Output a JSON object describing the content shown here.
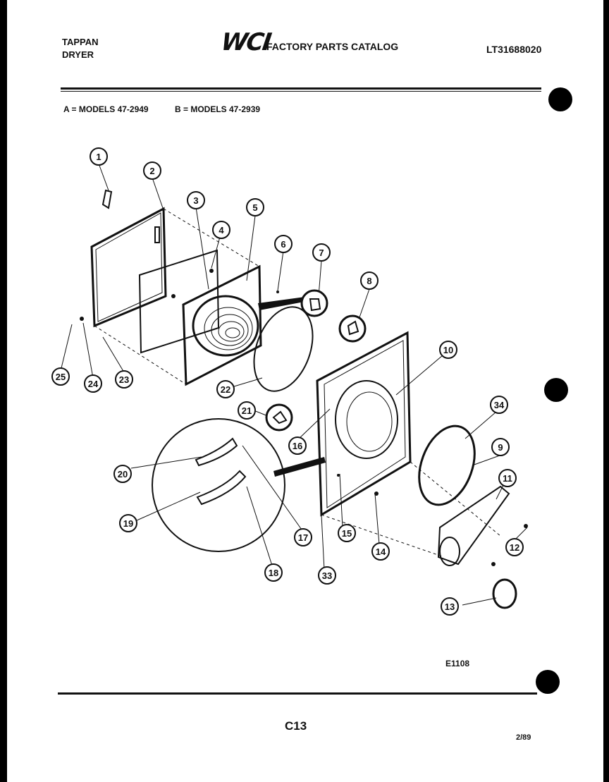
{
  "header": {
    "brand_line1": "TAPPAN",
    "brand_line2": "DRYER",
    "logo_text": "WCI",
    "catalog_title": "FACTORY PARTS CATALOG",
    "catalog_number": "LT31688020"
  },
  "models": {
    "a": "A = MODELS 47-2949",
    "b": "B = MODELS  47-2939"
  },
  "diagram": {
    "callouts": [
      "1",
      "2",
      "3",
      "4",
      "5",
      "6",
      "7",
      "8",
      "9",
      "10",
      "11",
      "12",
      "13",
      "14",
      "15",
      "16",
      "16",
      "17",
      "18",
      "19",
      "20",
      "21",
      "22",
      "23",
      "24",
      "25",
      "33",
      "34"
    ],
    "figure_code": "E1108"
  },
  "footer": {
    "page_code": "C13",
    "date": "2/89"
  }
}
